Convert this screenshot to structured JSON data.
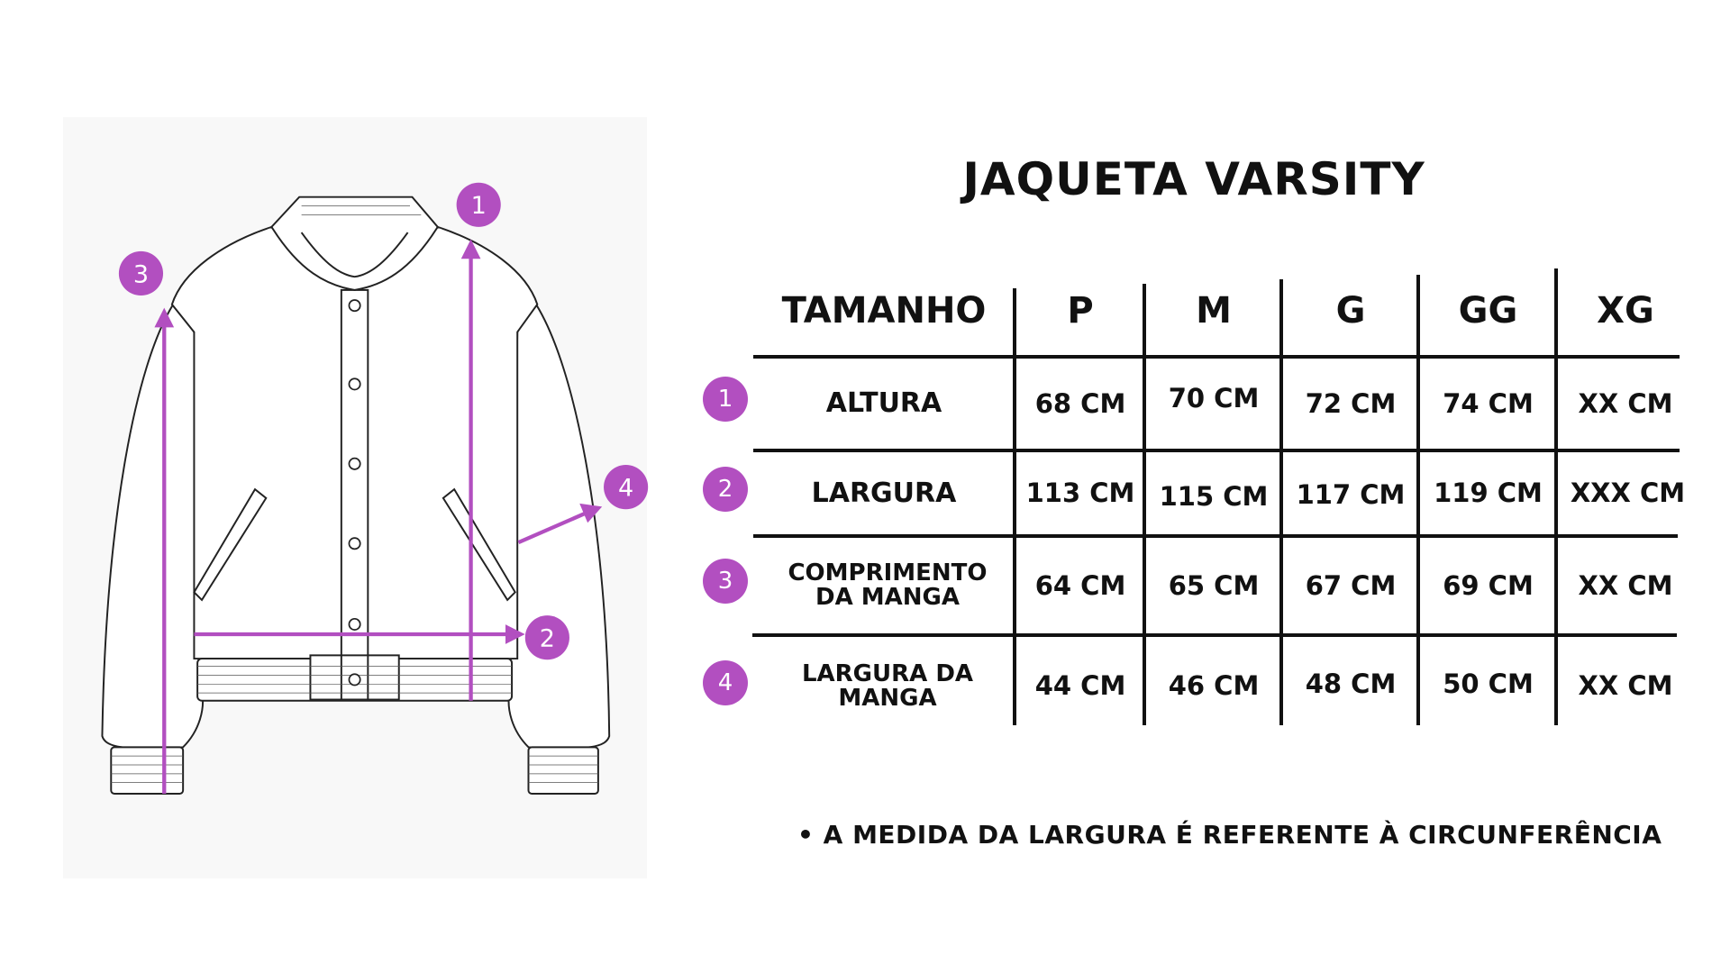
{
  "title": "JAQUETA VARSITY",
  "accent_color": "#b24fc0",
  "table": {
    "header": [
      "TAMANHO",
      "P",
      "M",
      "G",
      "GG",
      "XG"
    ],
    "rows": [
      {
        "num": "1",
        "label": "ALTURA",
        "values": [
          "68 CM",
          "70 CM",
          "72 CM",
          "74 CM",
          "XX CM"
        ]
      },
      {
        "num": "2",
        "label": "LARGURA",
        "values": [
          "113 CM",
          "115 CM",
          "117 CM",
          "119 CM",
          "XXX CM"
        ]
      },
      {
        "num": "3",
        "label": "COMPRIMENTO DA MANGA",
        "values": [
          "64 CM",
          "65 CM",
          "67 CM",
          "69 CM",
          "XX CM"
        ]
      },
      {
        "num": "4",
        "label": "LARGURA DA MANGA",
        "values": [
          "44 CM",
          "46 CM",
          "48 CM",
          "50 CM",
          "XX CM"
        ]
      }
    ]
  },
  "diagram_markers": [
    "1",
    "2",
    "3",
    "4"
  ],
  "note": "• A MEDIDA DA LARGURA É REFERENTE À CIRCUNFERÊNCIA"
}
